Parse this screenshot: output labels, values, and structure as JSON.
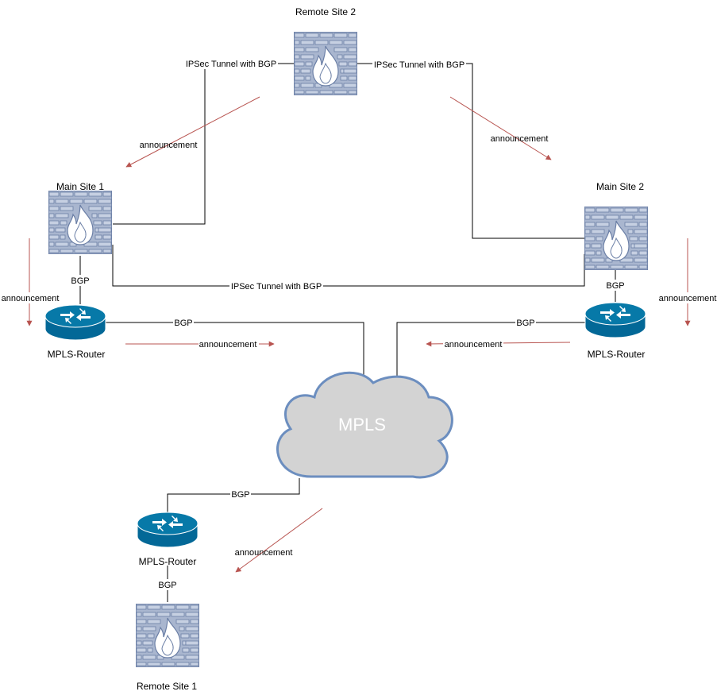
{
  "sites": {
    "remote2": "Remote Site 2",
    "main1": "Main Site 1",
    "main2": "Main Site 2",
    "remote1": "Remote Site 1"
  },
  "routers": {
    "left": "MPLS-Router",
    "right": "MPLS-Router",
    "bottom": "MPLS-Router"
  },
  "cloud": "MPLS",
  "links": {
    "ipsec_r2_main1": "IPSec Tunnel with BGP",
    "ipsec_r2_main2": "IPSec Tunnel with BGP",
    "ipsec_main1_main2": "IPSec Tunnel with BGP",
    "bgp_main1_router": "BGP",
    "bgp_main2_router": "BGP",
    "bgp_left_router_mpls": "BGP",
    "bgp_right_router_mpls": "BGP",
    "bgp_mpls_bottom_router": "BGP",
    "bgp_bottom_router_remote1": "BGP"
  },
  "announcements": {
    "a1": "announcement",
    "a2": "announcement",
    "a3": "announcement",
    "a4": "announcement",
    "a5": "announcement",
    "a6": "announcement",
    "a7": "announcement"
  },
  "colors": {
    "firewall_fill": "#a9b6cf",
    "firewall_stroke": "#6b7fa6",
    "router_fill": "#036897",
    "cloud_fill": "#d3d3d3",
    "cloud_stroke": "#6c8ebf",
    "arrow": "#b85450"
  }
}
